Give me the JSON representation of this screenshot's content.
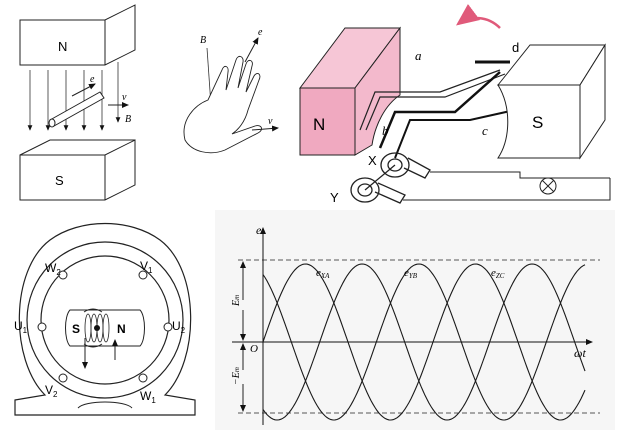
{
  "panel1": {
    "north": "N",
    "south": "S",
    "e": "e",
    "v": "v",
    "B": "B"
  },
  "panel2": {
    "B": "B",
    "e": "e",
    "v": "v"
  },
  "panel3": {
    "N": "N",
    "S": "S",
    "a": "a",
    "b": "b",
    "c": "c",
    "d": "d",
    "X": "X",
    "Y": "Y"
  },
  "panel4": {
    "W2": "W",
    "W2sub": "2",
    "V1": "V",
    "V1sub": "1",
    "U1": "U",
    "U1sub": "1",
    "U2": "U",
    "U2sub": "2",
    "V2": "V",
    "V2sub": "2",
    "W1": "W",
    "W1sub": "1",
    "S": "S",
    "N": "N"
  },
  "panel5": {
    "e_axis": "e",
    "origin": "O",
    "wt": "ωt",
    "Em": "E",
    "Em_sub": "m",
    "negEm": "−E",
    "negEm_sub": "m",
    "eXA": "e",
    "eXA_sub": "XA",
    "eYB": "e",
    "eYB_sub": "YB",
    "eZC": "e",
    "eZC_sub": "ZC",
    "curve_colors": [
      "#1a1a1a"
    ]
  }
}
